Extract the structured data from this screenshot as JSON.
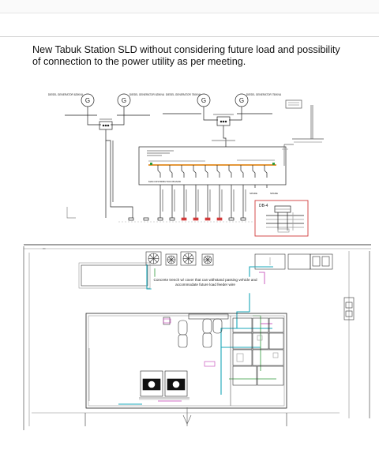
{
  "heading": {
    "line1": "New Tabuk Station SLD without considering future load and possibility",
    "line2": "of connection to the power utility as per meeting."
  },
  "sld": {
    "gen1_label": "DIESEL GENERATOR 625KVA",
    "gen2_label": "DIESEL GENERATOR 625KVA",
    "gen3_label": "DIESEL GENERATOR 750KVA",
    "gen4_label": "DIESEL GENERATOR 750KVA",
    "gen_symbol": "G",
    "panel_label": "MAIN DISTRIBUTION BOARD",
    "db_label": "DB-4",
    "spare1": "SPARE",
    "spare2": "SPARE"
  },
  "layout_notes": {
    "trench_note": "Concrete trench w/ cover that can withstand passing vehicle and accommodate future load feeder wire"
  },
  "colors": {
    "line": "#222222",
    "red": "#d23a3a",
    "cyan": "#1aa7b8",
    "green": "#2f9a3a",
    "magenta": "#c03cb4",
    "orange": "#e08a1e"
  }
}
